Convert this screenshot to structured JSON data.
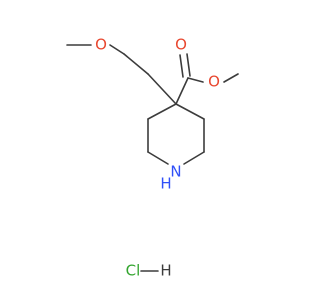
{
  "molecule": {
    "atoms": {
      "methoxy_oxygen": "O",
      "carbonyl_oxygen": "O",
      "ester_oxygen": "O",
      "ring_nitrogen": "N",
      "ring_nitrogen_hydrogen": "H"
    },
    "salt": {
      "chlorine": "Cl",
      "hydrogen": "H"
    }
  },
  "colors": {
    "bond": "#3c3c3c",
    "oxygen": "#e8472f",
    "nitrogen": "#3050f8",
    "chlorine": "#33a52f",
    "carbon_hydrogen": "#3c3c3c"
  }
}
